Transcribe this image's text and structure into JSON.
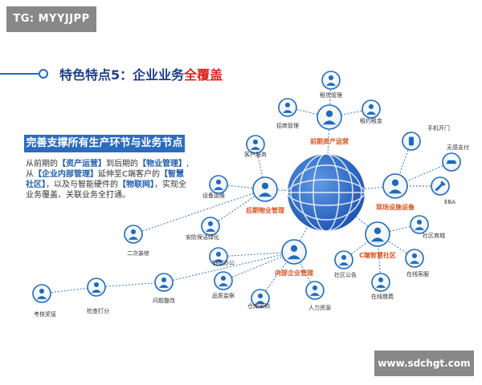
{
  "watermarks": {
    "top_left": "TG: MYYJJPP",
    "bottom_right": "www.sdchgt.com"
  },
  "header": {
    "title_prefix": "特色特点5：企业业务",
    "title_highlight": "全覆盖"
  },
  "banner": "完善支撑所有生产环节与业务节点",
  "description": {
    "p1": "从前期的",
    "k1": "【资产运营】",
    "p2": "到后期的",
    "k2": "【物业管理】",
    "p3": ",从",
    "k3": "【企业内部管理】",
    "p4": "延伸至C端客户的",
    "k4": "【智慧社区】",
    "p5": "，以及与智能硬件的",
    "k5": "【物联网】",
    "p6": "，实现全业务覆盖、关联业务全打通。"
  },
  "colors": {
    "primary": "#1f6bbf",
    "hub_label": "#d9531e",
    "highlight": "#e0211d"
  },
  "diagram": {
    "hubs": [
      {
        "id": "asset",
        "label": "前期资产运营"
      },
      {
        "id": "property",
        "label": "后期物业管理"
      },
      {
        "id": "field",
        "label": "现场设施设备"
      },
      {
        "id": "community",
        "label": "C端智慧社区"
      },
      {
        "id": "internal",
        "label": "内部企业管理"
      }
    ],
    "nodes": [
      {
        "id": "rent_mgmt",
        "label": "租赁管理"
      },
      {
        "id": "invest_mgmt",
        "label": "招商管理"
      },
      {
        "id": "contract_rent",
        "label": "租约租金"
      },
      {
        "id": "customer_service",
        "label": "客户服务"
      },
      {
        "id": "equip_ops",
        "label": "设备运维"
      },
      {
        "id": "security",
        "label": "安防保洁绿化"
      },
      {
        "id": "renovation",
        "label": "二次装修"
      },
      {
        "id": "phone_door",
        "label": "手机开门"
      },
      {
        "id": "contactless_pay",
        "label": "无感支付"
      },
      {
        "id": "eba",
        "label": "EBA"
      },
      {
        "id": "mall",
        "label": "社区商城"
      },
      {
        "id": "announce",
        "label": "社区公告"
      },
      {
        "id": "online_cs",
        "label": "在线客服"
      },
      {
        "id": "online_pay",
        "label": "在线缴费"
      },
      {
        "id": "collab_office",
        "label": "协同办公"
      },
      {
        "id": "quality",
        "label": "品质监察"
      },
      {
        "id": "warehouse",
        "label": "仓库采购"
      },
      {
        "id": "hr",
        "label": "人力资源"
      },
      {
        "id": "issue_fix",
        "label": "问题整改"
      },
      {
        "id": "inspect_score",
        "label": "检查打分"
      },
      {
        "id": "assess_reward",
        "label": "考核奖惩"
      }
    ]
  }
}
